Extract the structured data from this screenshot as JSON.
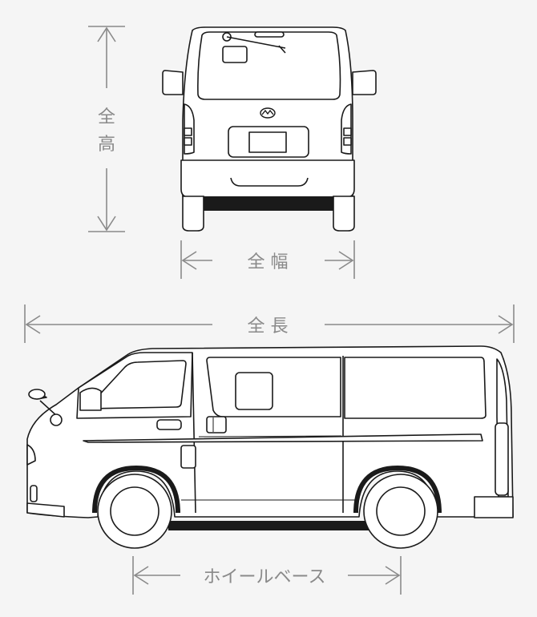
{
  "dimensions": {
    "height": {
      "chars": [
        "全",
        "高"
      ]
    },
    "width": {
      "label": "全 幅"
    },
    "length": {
      "label": "全 長"
    },
    "wheelbase": {
      "label": "ホイールベース"
    }
  },
  "colors": {
    "line": "#1a1a1a",
    "dimension": "#8a8a8a",
    "background": "#f5f5f5",
    "body": "#ffffff"
  },
  "icons": [
    "car-logo-icon"
  ]
}
